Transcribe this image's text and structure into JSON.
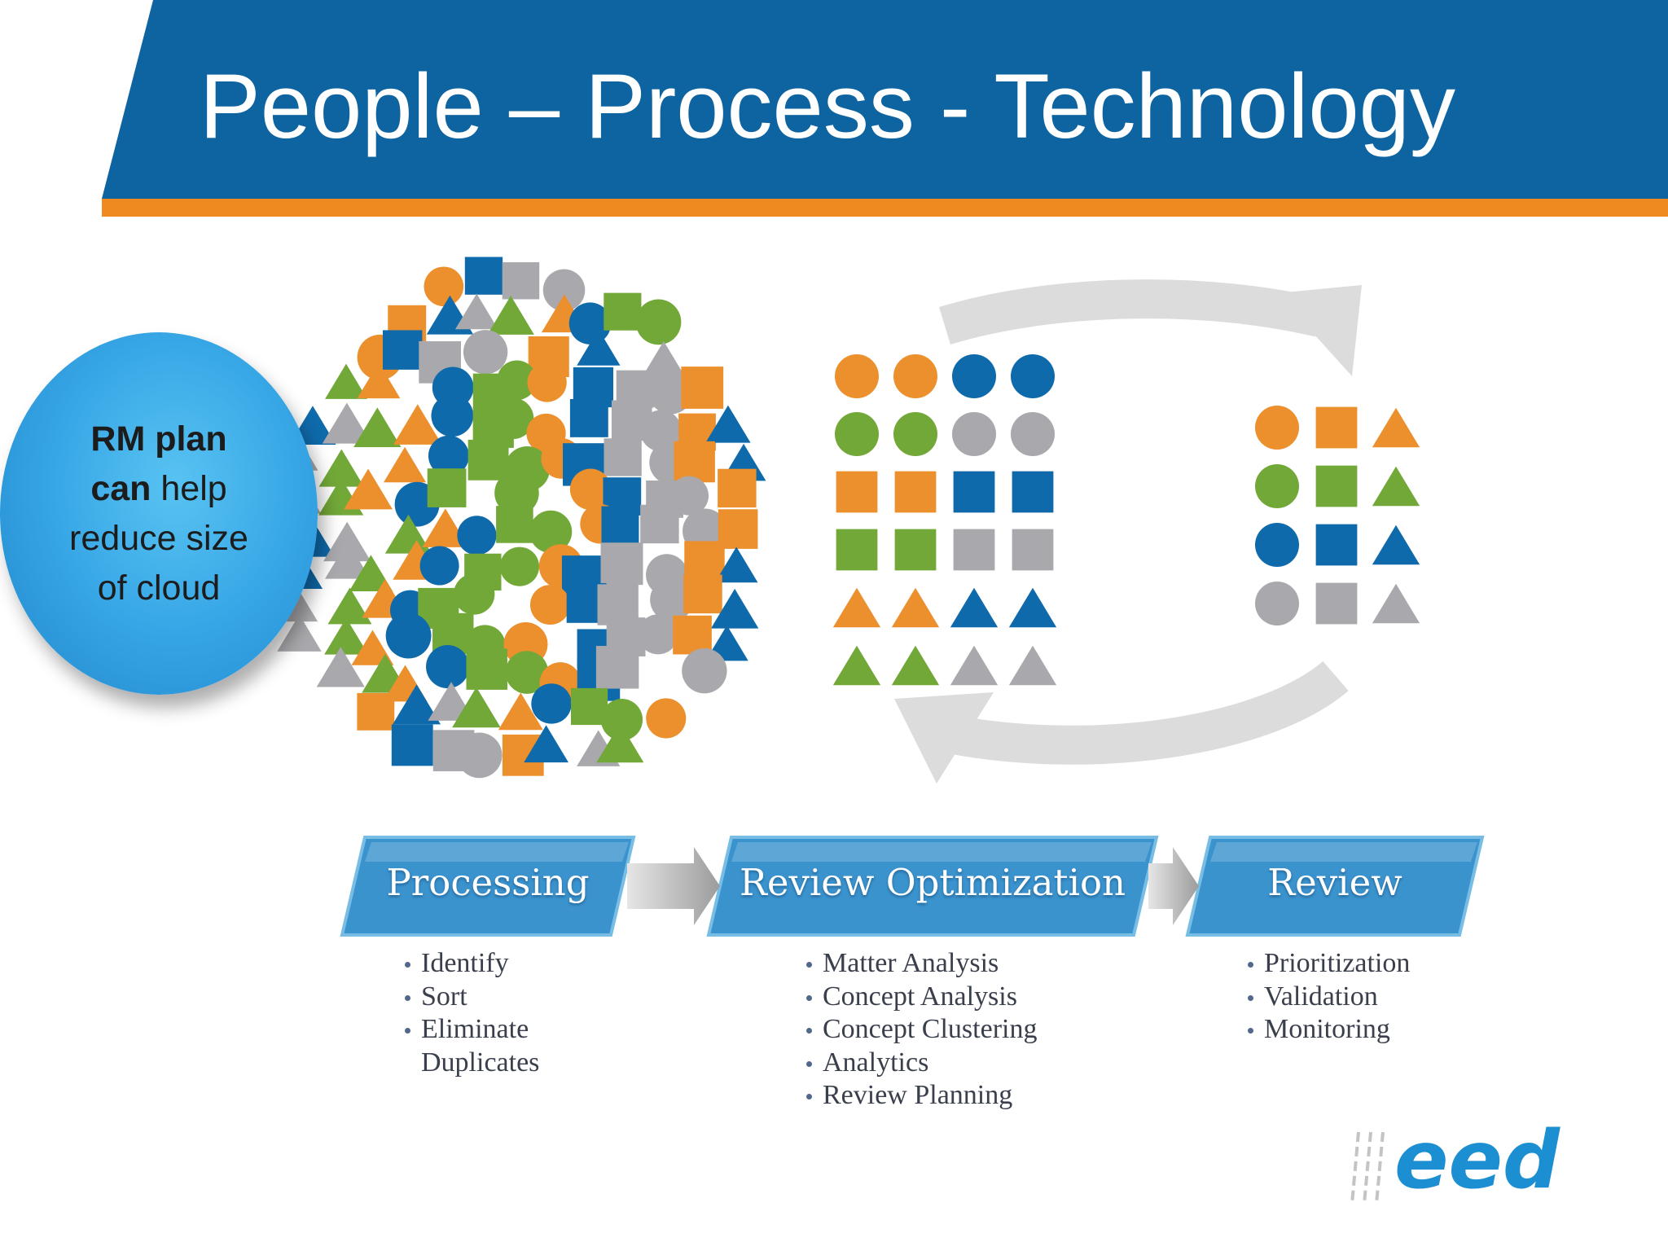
{
  "title": "People – Process - Technology",
  "colors": {
    "banner_blue": "#0e64a0",
    "banner_orange": "#ee8a1f",
    "shape_orange": "#ec8f2d",
    "shape_green": "#72a838",
    "shape_blue": "#0f6aab",
    "shape_gray": "#a9a9ad",
    "stage_box": "#3b93ce",
    "cycle_arrow": "#dcdcdc",
    "logo_blue": "#1c8fd3"
  },
  "callout": {
    "bold_text": "RM plan can",
    "normal_text": " help reduce size of cloud"
  },
  "stages": [
    {
      "label": "Processing",
      "bullets": [
        "Identify",
        "Sort",
        "Eliminate\nDuplicates"
      ]
    },
    {
      "label": "Review Optimization",
      "bullets": [
        "Matter Analysis",
        "Concept Analysis",
        "Concept Clustering",
        "Analytics",
        "Review Planning"
      ]
    },
    {
      "label": "Review",
      "bullets": [
        "Prioritization",
        "Validation",
        "Monitoring"
      ]
    }
  ],
  "sorted_grid": {
    "shapes": [
      "circle",
      "circle",
      "square",
      "square",
      "triangle",
      "triangle"
    ],
    "colors": [
      [
        "orange",
        "orange",
        "blue",
        "blue"
      ],
      [
        "green",
        "green",
        "gray",
        "gray"
      ]
    ]
  },
  "summary_grid": {
    "colors": [
      "orange",
      "green",
      "blue",
      "gray"
    ],
    "shapes": [
      "circle",
      "square",
      "triangle"
    ]
  },
  "cloud_icons": [
    "orange-circle",
    "blue-triangle",
    "green-square",
    "gray-circle",
    "orange-triangle",
    "blue-square",
    "gray-triangle",
    "green-circle",
    "orange-square",
    "blue-circle",
    "gray-square",
    "green-triangle"
  ],
  "logo": {
    "text": "eed"
  }
}
